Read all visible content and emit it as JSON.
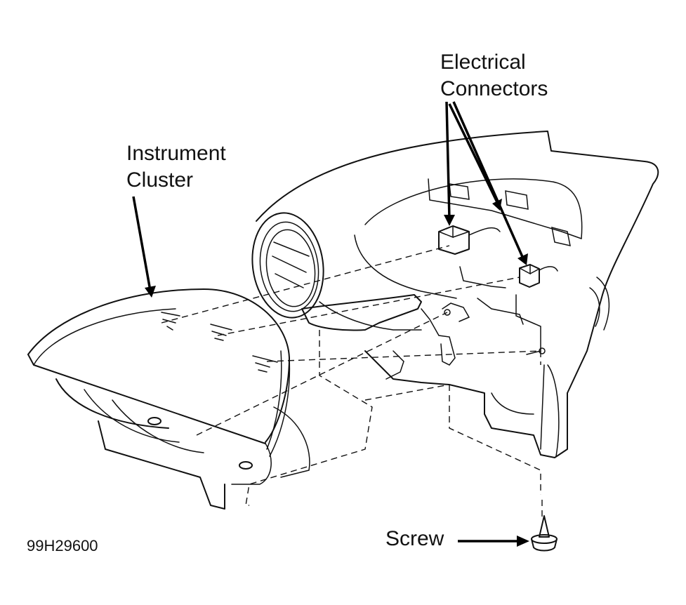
{
  "labels": {
    "electrical_connectors_line1": "Electrical",
    "electrical_connectors_line2": "Connectors",
    "instrument_cluster_line1": "Instrument",
    "instrument_cluster_line2": "Cluster",
    "screw": "Screw",
    "figure_code": "99H29600"
  },
  "colors": {
    "ink": "#111111",
    "background": "#ffffff"
  }
}
